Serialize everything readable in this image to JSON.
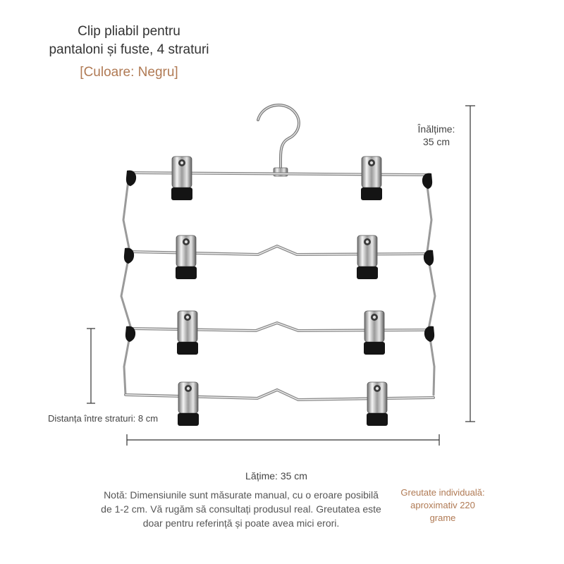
{
  "product": {
    "title_line1": "Clip pliabil pentru",
    "title_line2": "pantaloni și fuste, 4 straturi",
    "color_label": "[Culoare: Negru]"
  },
  "dimensions": {
    "height_label": "Înălțime:",
    "height_value": "35 cm",
    "gap_label": "Distanța între straturi: 8 cm",
    "width_label": "Lățime: 35 cm"
  },
  "note": "Notă: Dimensiunile sunt măsurate manual, cu o eroare posibilă de 1-2 cm. Vă rugăm să consultați produsul real. Greutatea este doar pentru referință și poate avea mici erori.",
  "weight": {
    "line1": "Greutate individuală:",
    "line2": "aproximativ 220",
    "line3": "grame"
  },
  "colors": {
    "accent": "#b07a54",
    "metal": "#b9b9b9",
    "clip_black": "#141414",
    "text": "#333333"
  }
}
